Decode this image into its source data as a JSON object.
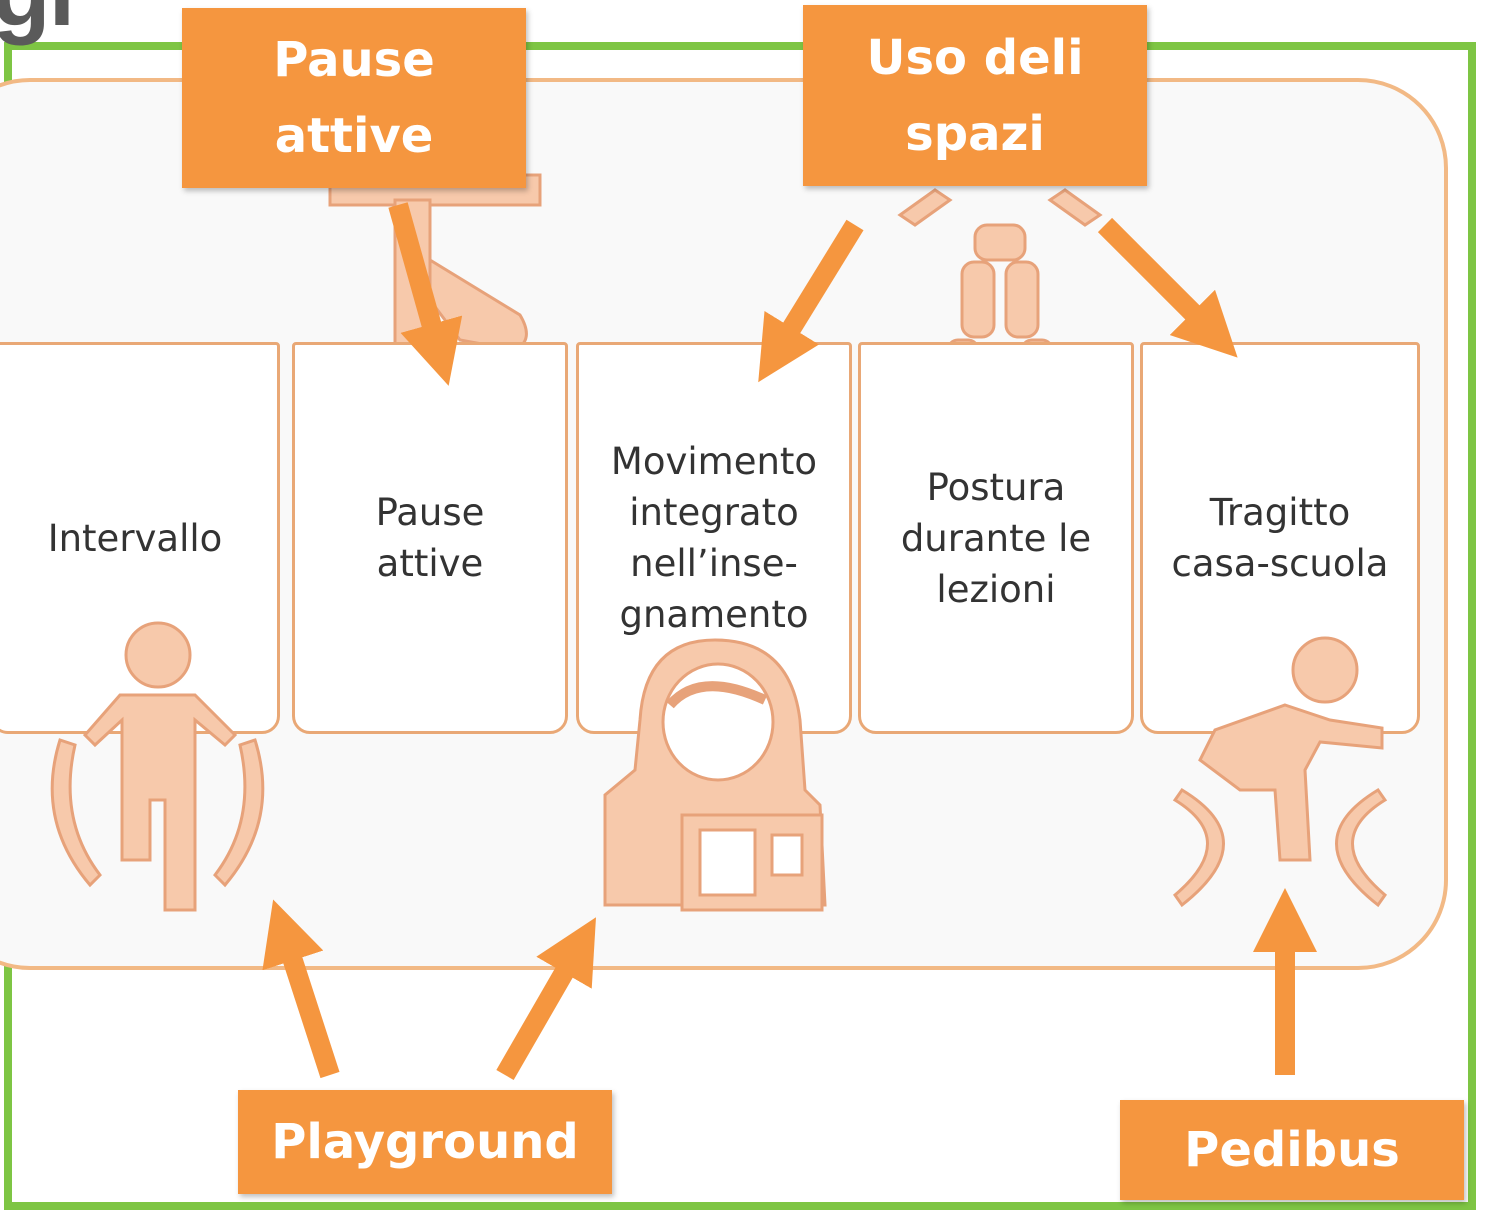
{
  "heading_fragment": "gi",
  "tiles": [
    {
      "label": "Intervallo"
    },
    {
      "label": "Pause\nattive"
    },
    {
      "label": "Movimento\nintegrato\nnell’inse-\ngnamento"
    },
    {
      "label": "Postura\ndurante le\nlezioni"
    },
    {
      "label": "Tragitto\ncasa-scuola"
    }
  ],
  "callouts": {
    "pause_attive": "Pause\nattive",
    "uso_spazi": "Uso deli\nspazi",
    "playground": "Playground",
    "pedibus": "Pedibus"
  },
  "icons": [
    "jump-rope-figure-icon",
    "stretching-leg-icon",
    "teacher-icon",
    "wooden-mannequin-icon",
    "cyclist-icon"
  ],
  "colors": {
    "callout_fill": "#f5963f",
    "arrow": "#f5963f",
    "frame": "#7ec544",
    "tile_border": "#e9a876",
    "icon_fill": "#f7c9ab",
    "icon_stroke": "#e7a27a",
    "heading": "#5a5a5a"
  }
}
